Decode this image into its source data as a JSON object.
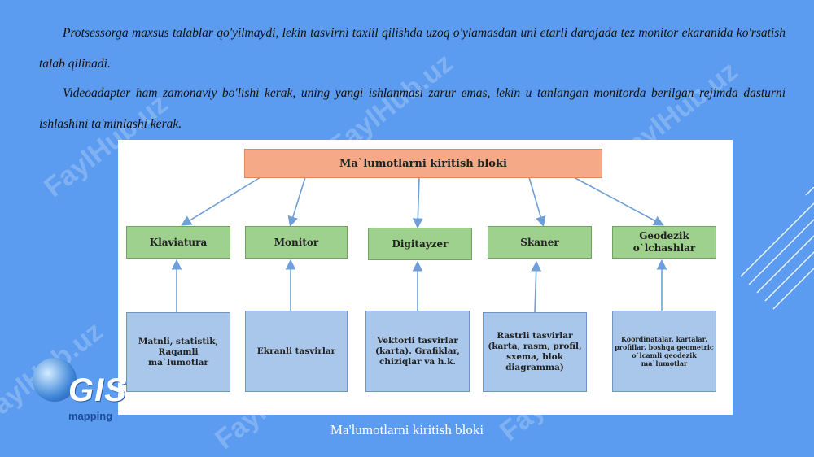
{
  "paragraphs": [
    "Protsessorga maxsus talablar qo'yilmaydi, lekin tasvirni taxlil qilishda uzoq o'ylamasdan uni etarli darajada tez monitor ekaranida ko'rsatish talab qilinadi.",
    "Videoadapter ham zamonaviy bo'lishi kerak, uning yangi ishlanmasi zarur emas, lekin u tanlangan monitorda berilgan rejimda dasturni ishlashini ta'minlashi kerak."
  ],
  "diagram": {
    "top": "Ma`lumotlarni kiritish bloki",
    "devices": [
      "Klaviatura",
      "Monitor",
      "Digitayzer",
      "Skaner",
      "Geodezik o`lchashlar"
    ],
    "inputs": [
      "Matnli, statistik, Raqamli ma`lumotlar",
      "Ekranli tasvirlar",
      "Vektorli tasvirlar (karta). Grafiklar, chiziqlar va h.k.",
      "Rastrli tasvirlar (karta, rasm, profil, sxema, blok diagramma)",
      "Koordinatalar, kartalar, profillar, boshqa geometric o`lcamli geodezik ma`lumotlar"
    ]
  },
  "caption": "Ma'lumotlarni kiritish bloki",
  "watermark": "FaylHub.uz",
  "logo": {
    "gis": "GIS",
    "mapping": "mapping"
  },
  "colors": {
    "background": "#5b9cf0",
    "top_box": "#f5a986",
    "device_box": "#9fd18e",
    "input_box": "#a9c7ea",
    "arrow": "#6f9fd8"
  }
}
